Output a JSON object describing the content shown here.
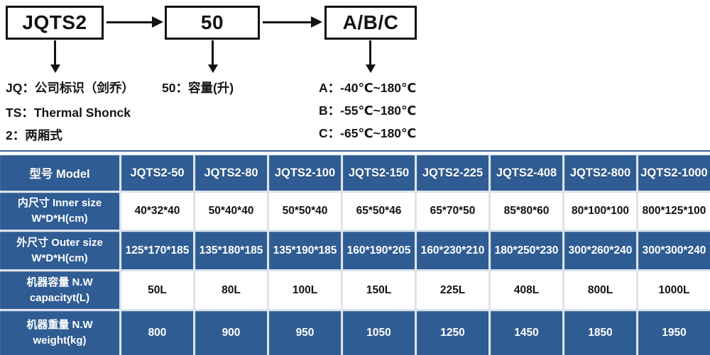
{
  "colors": {
    "table_blue": "#2f5c93",
    "line_black": "#121212"
  },
  "diagram": {
    "boxes": [
      "JQTS2",
      "50",
      "A/B/C"
    ],
    "legend_left": [
      "JQ：公司标识（剑乔）",
      "TS：Thermal Shonck",
      "2：两厢式"
    ],
    "legend_middle": [
      "50：容量(升)"
    ],
    "legend_right": [
      "A：-40℃~180℃",
      "B：-55℃~180℃",
      "C：-65℃~180℃"
    ]
  },
  "table": {
    "header": [
      "型号 Model",
      "JQTS2-50",
      "JQTS2-80",
      "JQTS2-100",
      "JQTS2-150",
      "JQTS2-225",
      "JQTS2-408",
      "JQTS2-800",
      "JQTS2-1000"
    ],
    "rows": [
      {
        "label_zh": "内尺寸 Inner size",
        "label_en": "W*D*H(cm)",
        "variant": "light",
        "values": [
          "40*32*40",
          "50*40*40",
          "50*50*40",
          "65*50*46",
          "65*70*50",
          "85*80*60",
          "80*100*100",
          "800*125*100"
        ]
      },
      {
        "label_zh": "外尺寸 Outer size",
        "label_en": "W*D*H(cm)",
        "variant": "dark",
        "values": [
          "125*170*185",
          "135*180*185",
          "135*190*185",
          "160*190*205",
          "160*230*210",
          "180*250*230",
          "300*260*240",
          "300*300*240"
        ]
      },
      {
        "label_zh": "机器容量 N.W",
        "label_en": "capacityt(L)",
        "variant": "light",
        "values": [
          "50L",
          "80L",
          "100L",
          "150L",
          "225L",
          "408L",
          "800L",
          "1000L"
        ]
      },
      {
        "label_zh": "机器重量 N.W",
        "label_en": "weight(kg)",
        "variant": "dark",
        "values": [
          "800",
          "900",
          "950",
          "1050",
          "1250",
          "1450",
          "1850",
          "1950"
        ]
      }
    ]
  }
}
